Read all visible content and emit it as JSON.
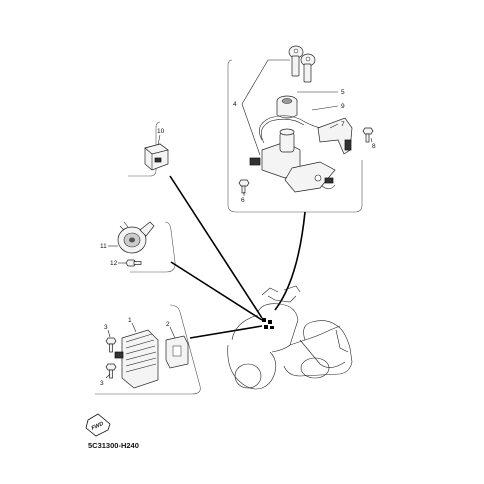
{
  "callouts": {
    "n1": "1",
    "n2": "2",
    "n3a": "3",
    "n3b": "3",
    "n4": "4",
    "n5": "5",
    "n6": "6",
    "n7": "7",
    "n8": "8",
    "n9": "9",
    "n10": "10",
    "n11": "11",
    "n12": "12"
  },
  "fwd_label": "FWD",
  "diagram_code": "5C31300-H240"
}
